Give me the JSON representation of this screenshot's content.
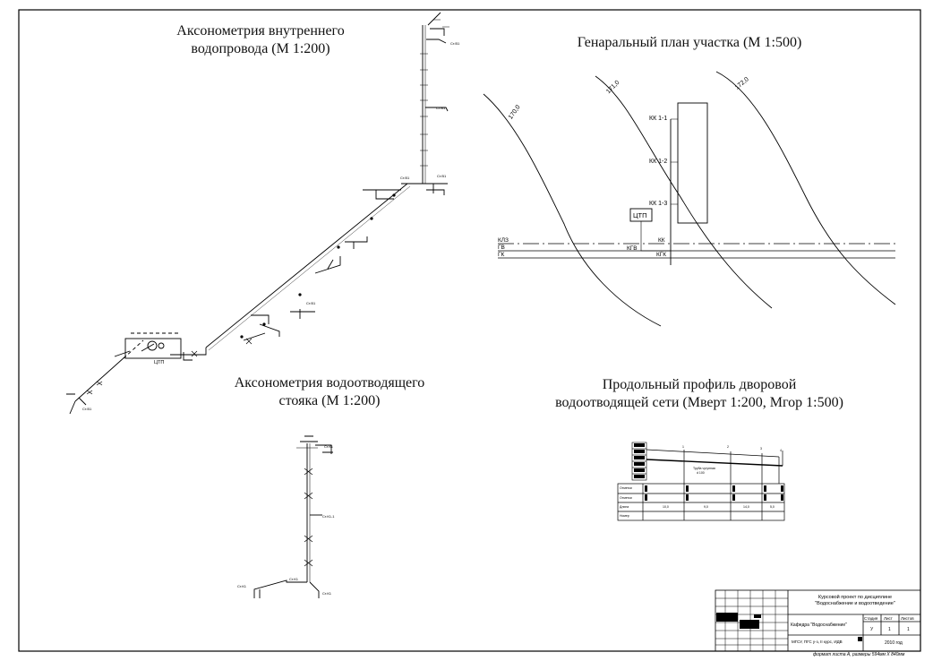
{
  "titles": {
    "axon_water": [
      "Аксонометрия внутреннего",
      "водопровода (М 1:200)"
    ],
    "general_plan": [
      "Генаральный план участка (М 1:500)"
    ],
    "axon_drain": [
      "Аксонометрия водоотводящего",
      "стояка (М 1:200)"
    ],
    "profile": [
      "Продольный профиль дворовой",
      "водоотводящей сети (Мверт 1:200, Мгор 1:500)"
    ]
  },
  "plan": {
    "contours": [
      "170,0",
      "171,0",
      "172,0"
    ],
    "wells": [
      "КК 1-1",
      "КК 1-2",
      "КК 1-3"
    ],
    "heat_point": "ЦТП",
    "lines": [
      "КЛЗ",
      "ГВ",
      "ГК"
    ],
    "city_well": "КК",
    "city_well_2": "КГК",
    "water_well": "КГВ"
  },
  "axon_water_labels": {
    "heat_point": "ЦТП"
  },
  "title_block": {
    "course": [
      "Курсовой проект по дисциплине",
      "\"Водоснабжение и водоотведение\""
    ],
    "dept": "Кафедра \"Водоснабжение\"",
    "univ": "МГСУ, ПГС у-з, II курс, ИДВ",
    "stage_h": "Стадия",
    "sheet_h": "Лист",
    "sheets_h": "Листов",
    "stage": "У",
    "sheet": "1",
    "sheets": "1",
    "year": "2010 год",
    "format_note": "формат листа А, размеры 594мм Х 840мм"
  }
}
